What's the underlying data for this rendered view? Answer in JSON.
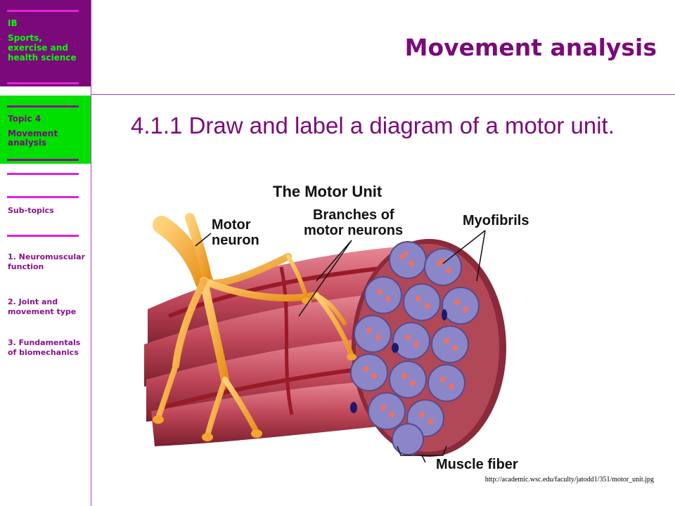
{
  "sidebar": {
    "ib": "IB",
    "course_line1": "Sports,",
    "course_line2": "exercise and",
    "course_line3": "health science",
    "topic": "Topic 4",
    "topic_name_line1": "Movement",
    "topic_name_line2": "analysis",
    "subtopics_heading": "Sub-topics",
    "items": [
      {
        "line1": "1. Neuromuscular",
        "line2": "function"
      },
      {
        "line1": "2. Joint and",
        "line2": "movement type"
      },
      {
        "line1": "3. Fundamentals",
        "line2": "of biomechanics"
      }
    ]
  },
  "header": {
    "title": "Movement analysis"
  },
  "objective": "4.1.1 Draw and label a diagram of a motor unit.",
  "diagram": {
    "title": "The Motor Unit",
    "labels": {
      "motor_neuron_1": "Motor",
      "motor_neuron_2": "neuron",
      "branches_1": "Branches of",
      "branches_2": "motor neurons",
      "myofibrils": "Myofibrils",
      "muscle_fiber": "Muscle fiber"
    }
  },
  "source_url": "http://academic.wsc.edu/faculty/jatodd1/351/motor_unit.jpg",
  "colors": {
    "purple": "#7a0a7a",
    "green": "#00e000",
    "magenta": "#e020e0",
    "muscle": "#c0485a",
    "nerve": "#f3a530"
  }
}
